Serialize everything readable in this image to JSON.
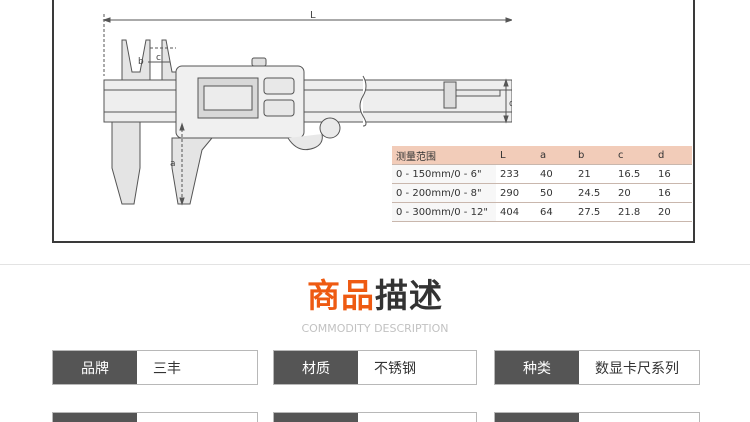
{
  "dimension_labels": {
    "L": "L",
    "b": "b",
    "c": "c",
    "d": "d",
    "a": "a"
  },
  "spec_table": {
    "headers": [
      "测量范围",
      "L",
      "a",
      "b",
      "c",
      "d"
    ],
    "rows": [
      [
        "0 - 150mm/0 - 6\"",
        "233",
        "40",
        "21",
        "16.5",
        "16"
      ],
      [
        "0 - 200mm/0 - 8\"",
        "290",
        "50",
        "24.5",
        "20",
        "16"
      ],
      [
        "0 - 300mm/0 - 12\"",
        "404",
        "64",
        "27.5",
        "21.8",
        "20"
      ]
    ]
  },
  "section": {
    "title_part1": "商品",
    "title_part2": "描述",
    "subtitle": "COMMODITY DESCRIPTION"
  },
  "attributes": [
    {
      "key": "品牌",
      "value": "三丰"
    },
    {
      "key": "材质",
      "value": "不锈钢"
    },
    {
      "key": "种类",
      "value": "数显卡尺系列"
    }
  ],
  "colors": {
    "accent": "#ee5a12",
    "table_header": "#f2ccb9",
    "label_bg": "#555555"
  }
}
